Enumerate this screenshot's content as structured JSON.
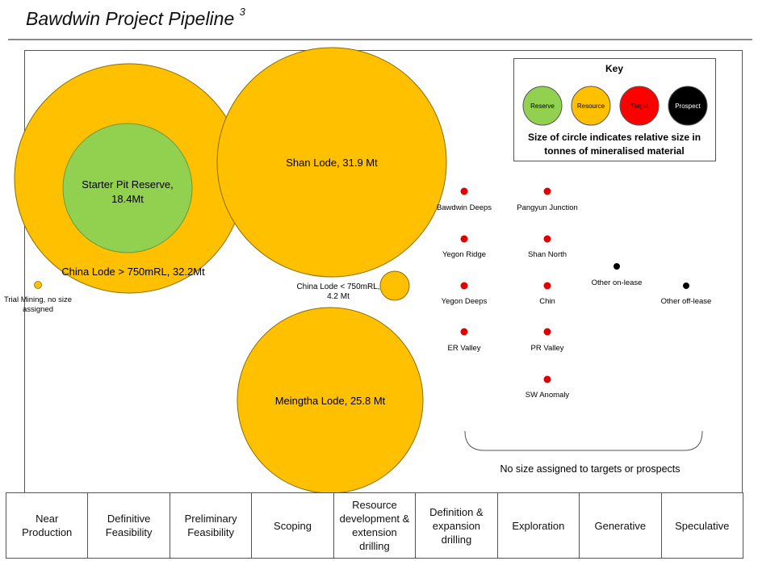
{
  "title": "Bawdwin Project Pipeline",
  "title_footnote": "3",
  "colors": {
    "reserve": "#92d050",
    "resource": "#ffc000",
    "target": "#ff0000",
    "prospect": "#000000",
    "frame": "#555555"
  },
  "key": {
    "heading": "Key",
    "items": [
      {
        "label": "Reserve",
        "type": "reserve"
      },
      {
        "label": "Resource",
        "type": "resource"
      },
      {
        "label": "Target",
        "type": "target"
      },
      {
        "label": "Prospect",
        "type": "prospect"
      }
    ],
    "note_line1": "Size of circle indicates relative size in",
    "note_line2": "tonnes of mineralised material"
  },
  "bubbles": {
    "china_lode_upper": "China Lode > 750mRL, 32.2Mt",
    "starter_pit_line1": "Starter Pit Reserve,",
    "starter_pit_line2": "18.4Mt",
    "shan_lode": "Shan Lode, 31.9 Mt",
    "meingtha_lode": "Meingtha Lode, 25.8 Mt",
    "china_lode_lower_line1": "China Lode < 750mRL,",
    "china_lode_lower_line2": "4.2 Mt",
    "trial_mining_line1": "Trial Mining, no size",
    "trial_mining_line2": "assigned"
  },
  "targets": [
    "Bawdwin Deeps",
    "Pangyun Junction",
    "Yegon Ridge",
    "Shan North",
    "Yegon Deeps",
    "Chin",
    "ER Valley",
    "PR Valley",
    "SW Anomaly"
  ],
  "prospects": [
    "Other on-lease",
    "Other off-lease"
  ],
  "brace_note": "No size assigned to targets or prospects",
  "stages": [
    "Near Production",
    "Definitive Feasibility",
    "Preliminary Feasibility",
    "Scoping",
    "Resource development & extension drilling",
    "Definition & expansion drilling",
    "Exploration",
    "Generative",
    "Speculative"
  ]
}
